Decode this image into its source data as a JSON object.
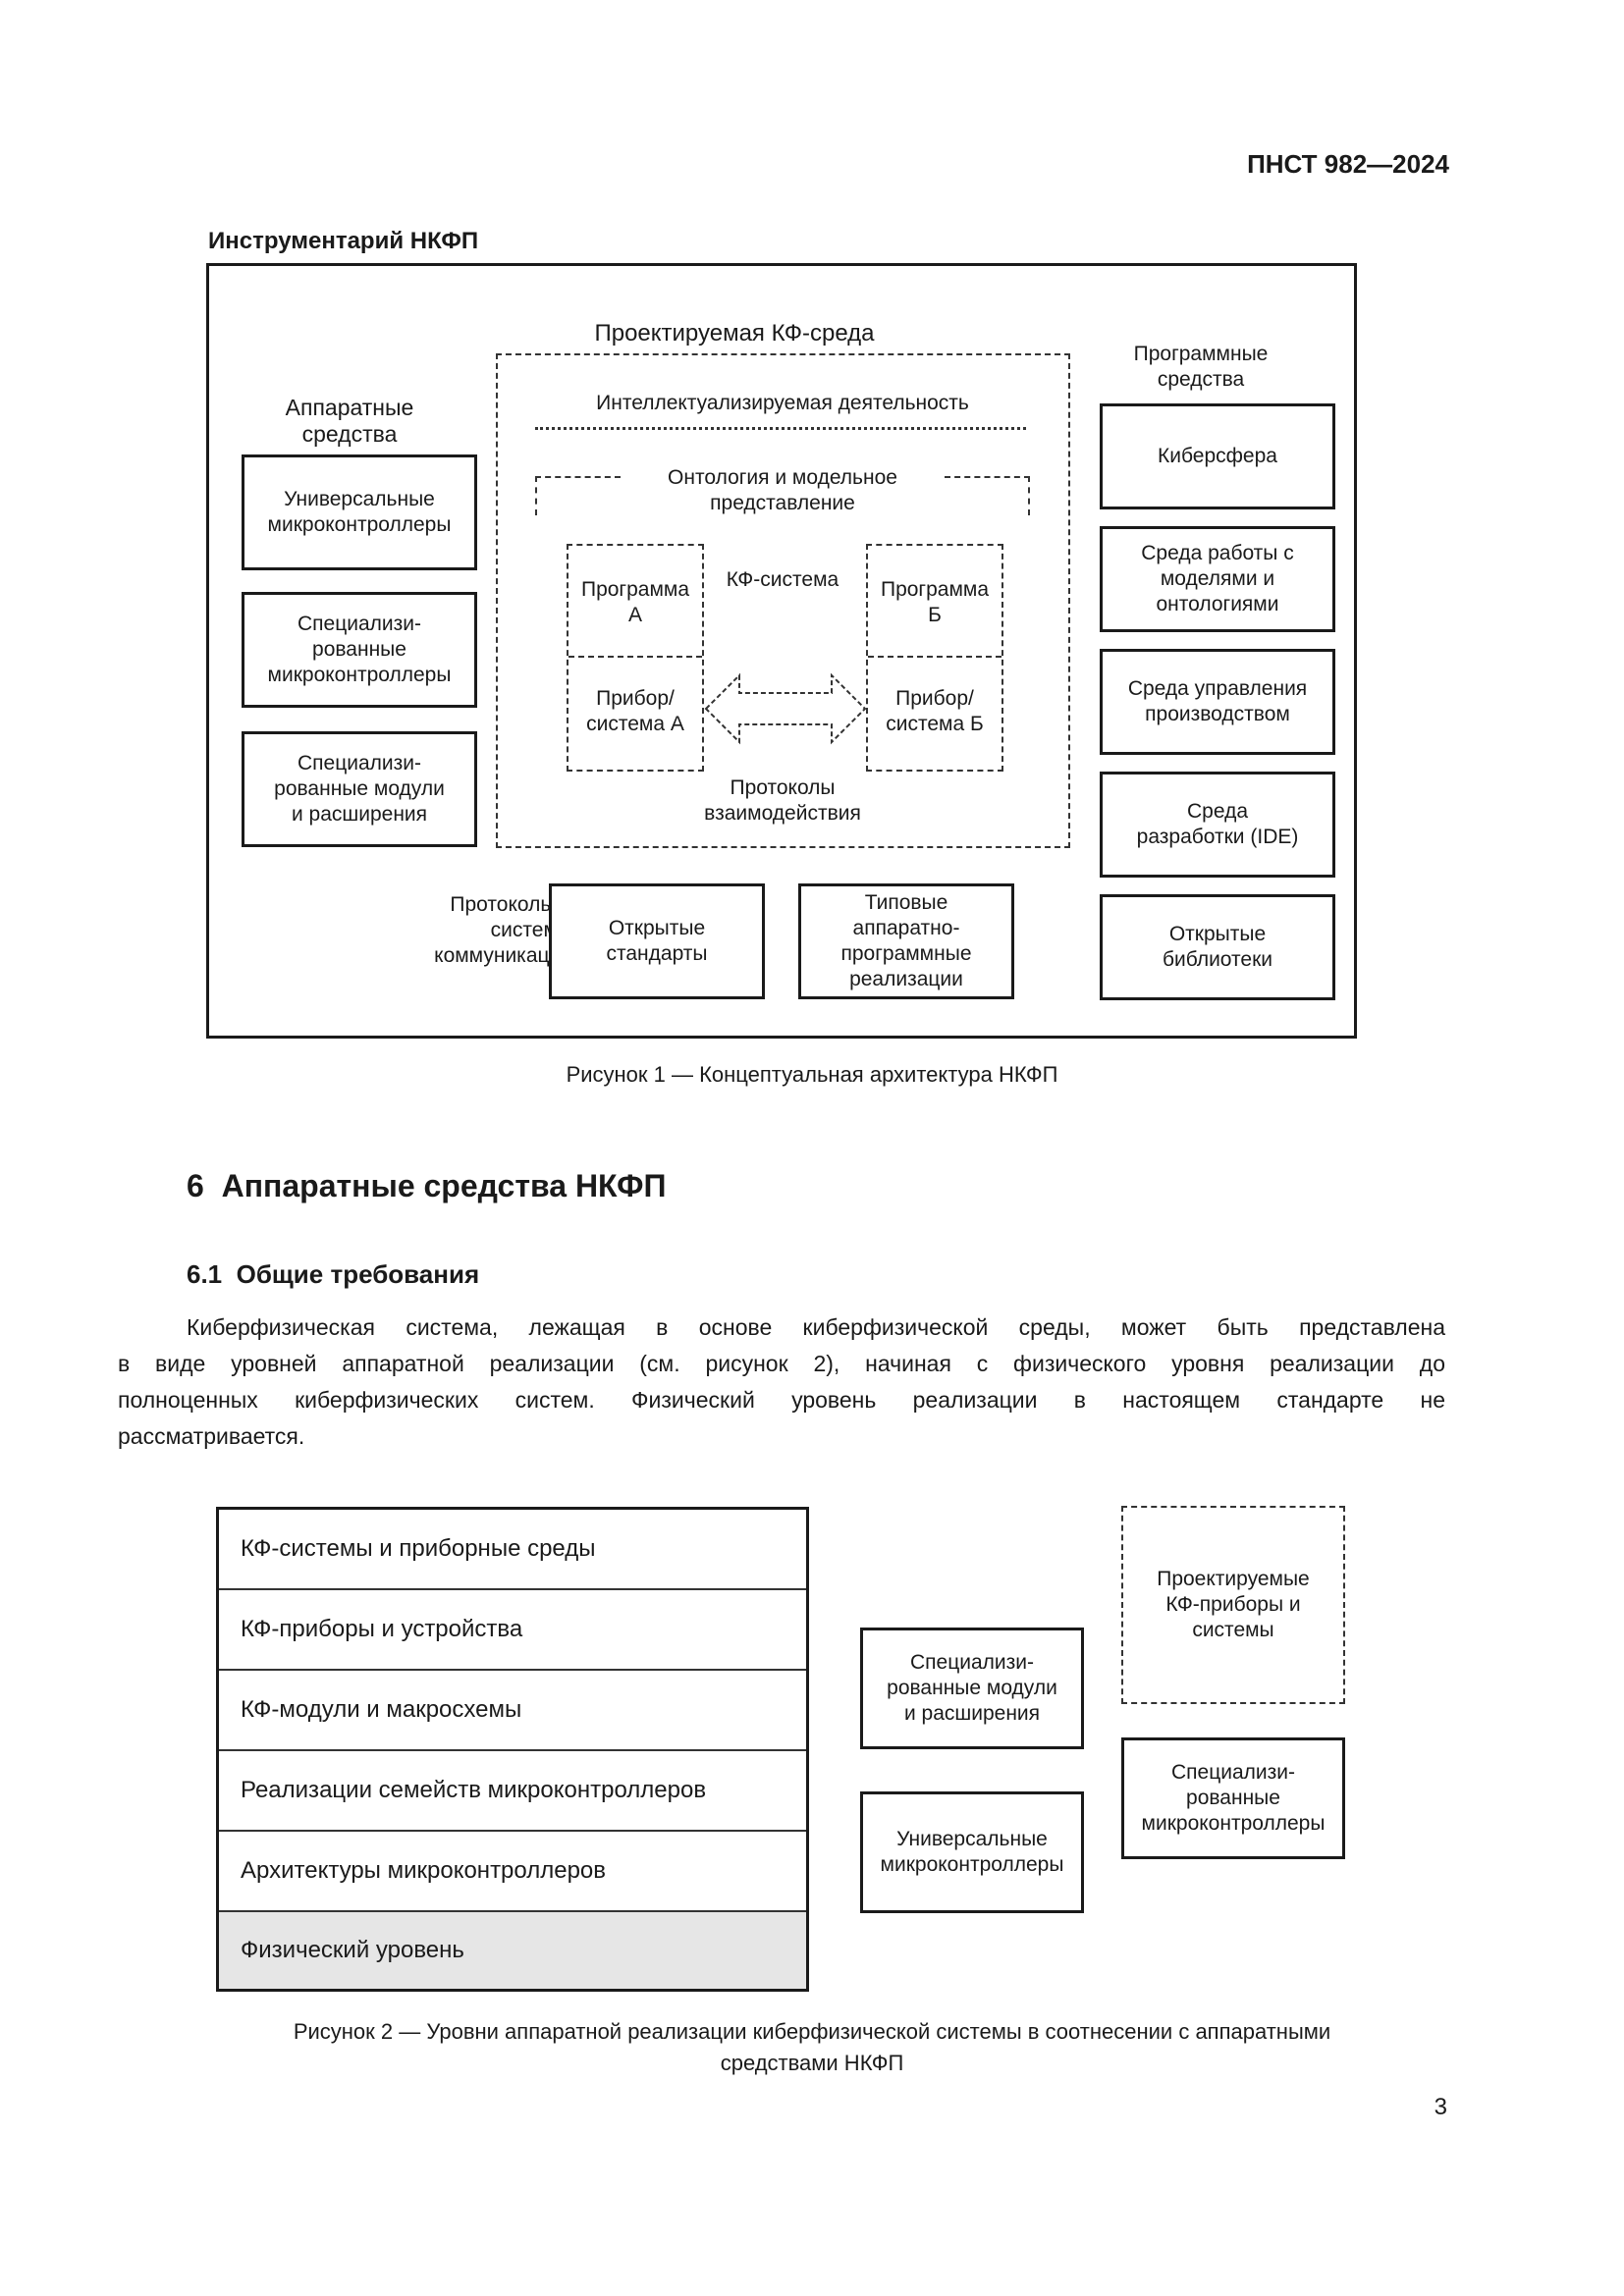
{
  "header": {
    "doc_number": "ПНСТ 982—2024"
  },
  "figure1": {
    "frame_title": "Инструментарий НКФП",
    "hardware_heading": "Аппаратные\nсредства",
    "hardware_items": [
      "Универсальные\nмикроконтроллеры",
      "Специализи-\nрованные\nмикроконтроллеры",
      "Специализи-\nрованные модули\nи расширения"
    ],
    "environment_title": "Проектируемая КФ-среда",
    "intellectual_activity": "Интеллектуализируемая деятельность",
    "ontology": "Онтология и модельное\nпредставление",
    "cf_system": "КФ-система",
    "program_a": "Программа\nА",
    "device_a": "Прибор/\nсистема А",
    "program_b": "Программа\nБ",
    "device_b": "Прибор/\nсистема Б",
    "interaction_protocols": "Протоколы\nвзаимодействия",
    "software_heading": "Программные\nсредства",
    "software_items": [
      "Киберсфера",
      "Среда работы с\nмоделями и\nонтологиями",
      "Среда управления\nпроизводством",
      "Среда\nразработки (IDE)",
      "Открытые\nбиблиотеки"
    ],
    "comm_label": "Протоколы и\nсистемы\nкоммуникации",
    "open_standards": "Открытые\nстандарты",
    "typical_impl": "Типовые\nаппаратно-\nпрограммные\nреализации",
    "caption": "Рисунок 1 — Концептуальная архитектура НКФП"
  },
  "section": {
    "heading": "6  Аппаратные средства НКФП",
    "subheading": "6.1  Общие требования",
    "paragraph_lines": [
      "Киберфизическая система, лежащая в основе киберфизической среды, может быть представлена",
      "в виде уровней аппаратной реализации (см. рисунок 2), начиная с физического уровня реализации до",
      "полноценных киберфизических систем. Физический уровень реализации в настоящем стандарте не",
      "рассматривается."
    ]
  },
  "figure2": {
    "layers": [
      "КФ-системы и приборные среды",
      "КФ-приборы и устройства",
      "КФ-модули и макросхемы",
      "Реализации семейств микроконтроллеров",
      "Архитектуры микроконтроллеров",
      "Физический уровень"
    ],
    "physical_layer_fill": "#e6e6e6",
    "modules_box": "Специализи-\nрованные модули\nи расширения",
    "universal_box": "Универсальные\nмикроконтроллеры",
    "designed_box": "Проектируемые\nКФ-приборы и\nсистемы",
    "specialized_box": "Специализи-\nрованные\nмикроконтроллеры",
    "caption_line1": "Рисунок 2 — Уровни аппаратной реализации киберфизической системы в соотнесении с аппаратными",
    "caption_line2": "средствами НКФП"
  },
  "footer": {
    "page_number": "3"
  }
}
